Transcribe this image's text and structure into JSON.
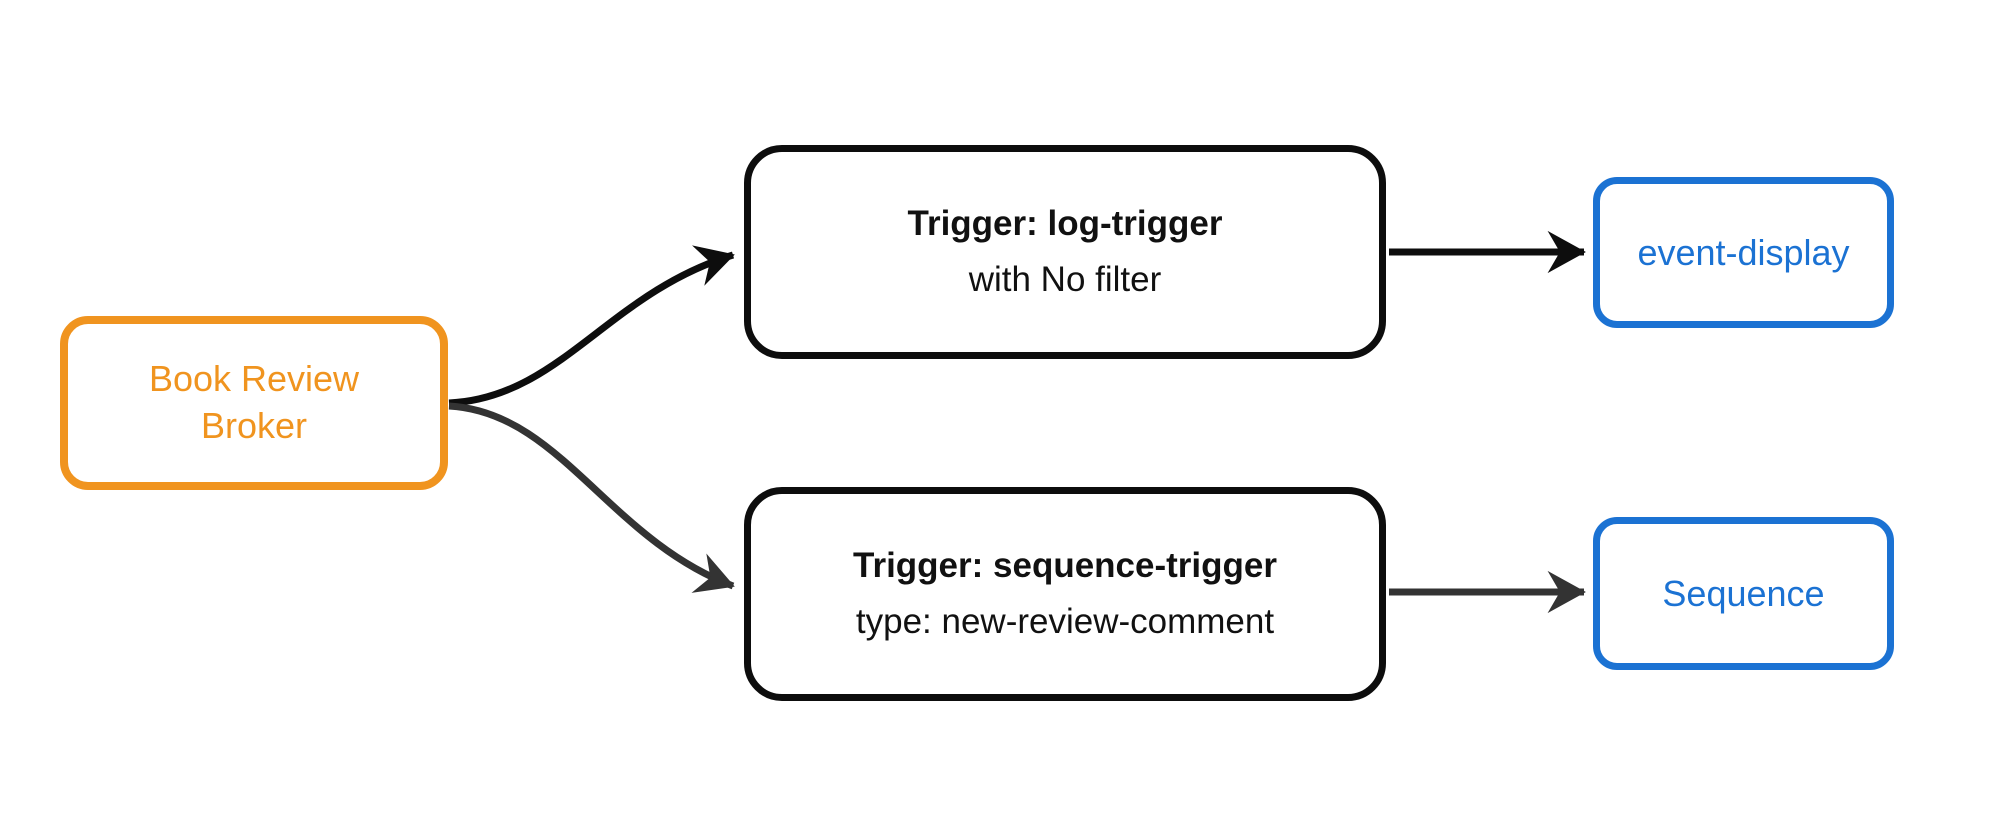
{
  "diagram": {
    "type": "flowchart",
    "direction": "left-to-right",
    "nodes": {
      "broker": {
        "line1": "Book Review",
        "line2": "Broker"
      },
      "log_trigger": {
        "title": "Trigger: log-trigger",
        "subtitle": "with No filter"
      },
      "sequence_trigger": {
        "title": "Trigger: sequence-trigger",
        "subtitle": "type: new-review-comment"
      },
      "event_display": {
        "label": "event-display"
      },
      "sequence": {
        "label": "Sequence"
      }
    },
    "edges": [
      {
        "from": "broker",
        "to": "log_trigger",
        "style": "curved-arrow"
      },
      {
        "from": "broker",
        "to": "sequence_trigger",
        "style": "curved-arrow"
      },
      {
        "from": "log_trigger",
        "to": "event_display",
        "style": "straight-arrow"
      },
      {
        "from": "sequence_trigger",
        "to": "sequence",
        "style": "straight-arrow"
      }
    ],
    "colors": {
      "broker_accent": "#F0941F",
      "sink_accent": "#1B72D3",
      "trigger_border": "#0D0D0D",
      "trigger_text": "#111111",
      "edge_dark": "#0D0D0D",
      "edge_gray": "#333333",
      "background": "#FFFFFF"
    }
  }
}
